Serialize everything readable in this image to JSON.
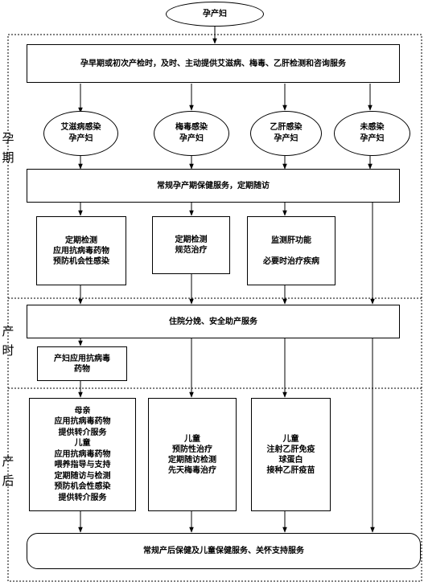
{
  "nodes": {
    "start": "孕产妇",
    "screening": "孕早期或初次产检时，及时、主动提供艾滋病、梅毒、乙肝检测和咨询服务",
    "hiv": "艾滋病感染\n孕产妇",
    "syphilis": "梅毒感染\n孕产妇",
    "hbv": "乙肝感染\n孕产妇",
    "uninfected": "未感染\n孕产妇",
    "routine_prenatal": "常规孕产期保健服务，定期随访",
    "hiv_pregnancy": "定期检测\n应用抗病毒药物\n预防机会性感染",
    "syphilis_pregnancy": "定期检测\n规范治疗",
    "hbv_pregnancy": "监测肝功能\n\n必要时治疗疾病",
    "delivery": "住院分娩、安全助产服务",
    "delivery_drug": "产妇应用抗病毒\n药物",
    "hiv_postpartum": "母亲\n应用抗病毒药物\n提供转介服务\n儿童\n应用抗病毒药物\n喂养指导与支持\n定期随访与检测\n预防机会性感染\n提供转介服务",
    "syphilis_postpartum": "儿童\n预防性治疗\n定期随访检测\n先天梅毒治疗",
    "hbv_postpartum": "儿童\n注射乙肝免疫\n球蛋白\n接种乙肝疫苗",
    "routine_postpartum": "常规产后保健及儿童保健服务、关怀支持服务"
  },
  "stages": {
    "pregnancy": "孕\n期",
    "delivery": "产\n时",
    "postpartum": "产\n后"
  }
}
